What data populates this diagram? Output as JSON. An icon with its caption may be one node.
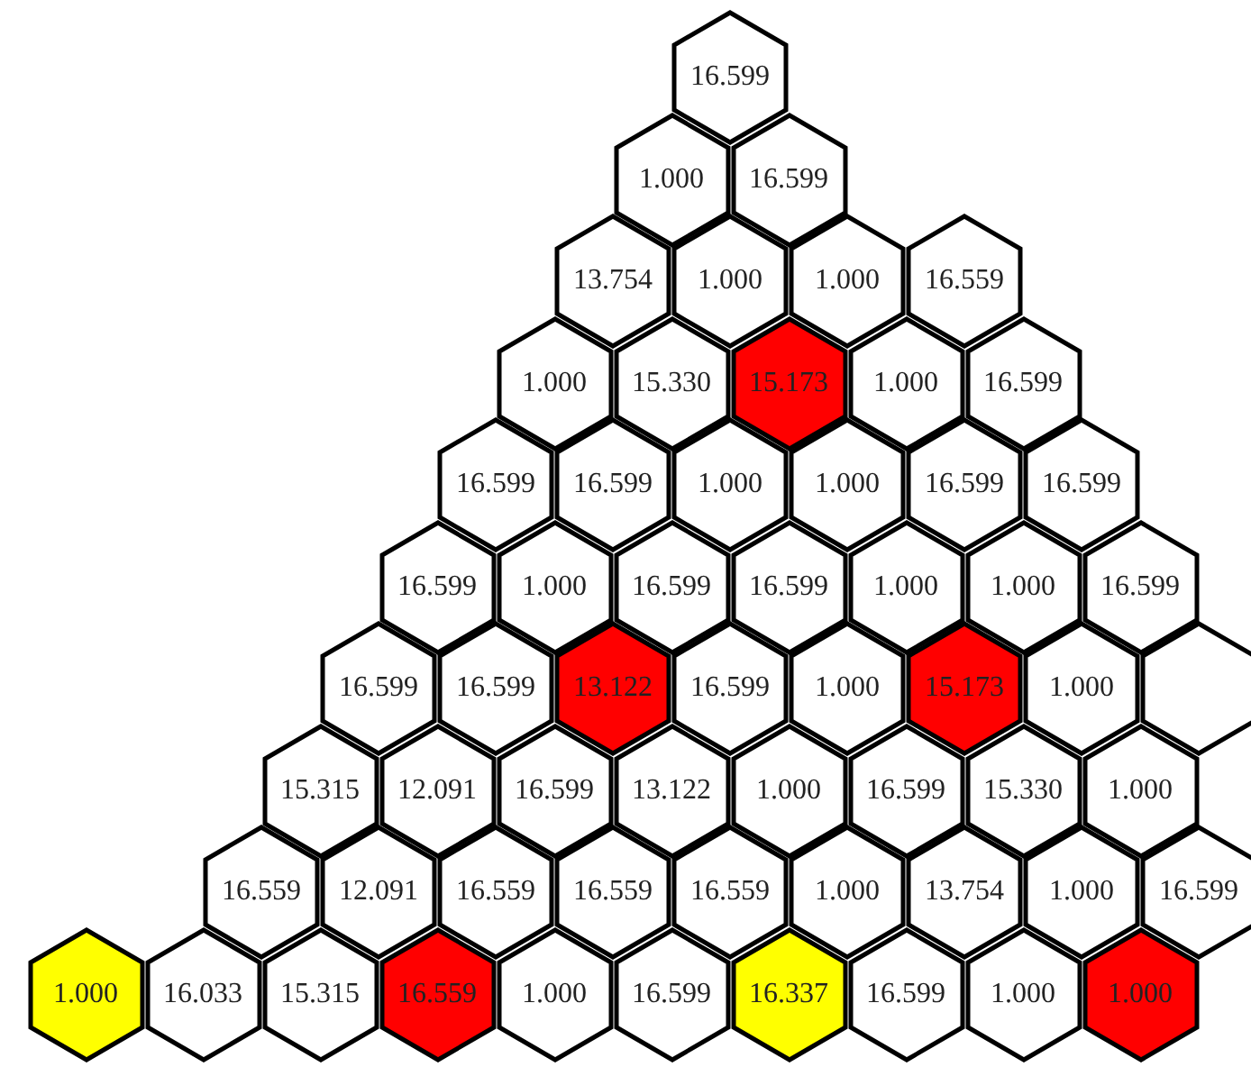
{
  "diagram": {
    "nodes": [
      {
        "text": [
          "16.599"
        ]
      },
      {
        "text": [
          "1.000"
        ]
      },
      {
        "text": [
          "16.599"
        ]
      },
      {
        "text": [
          "13.754"
        ]
      },
      {
        "text": [
          "1.000"
        ]
      },
      {
        "text": [
          "1.000"
        ]
      },
      {
        "text": [
          "16.559"
        ]
      },
      {
        "text": [
          "1.000"
        ]
      },
      {
        "text": [
          "15.330"
        ]
      },
      {
        "text": [
          "15.173"
        ]
      },
      {
        "text": [
          "1.000"
        ]
      },
      {
        "text": [
          "16.599"
        ]
      },
      {
        "text": [
          "16.599"
        ]
      },
      {
        "text": [
          "16.599"
        ]
      },
      {
        "text": [
          "1.000"
        ]
      },
      {
        "text": [
          "1.000"
        ]
      },
      {
        "text": [
          "16.599"
        ]
      },
      {
        "text": [
          "16.599"
        ]
      },
      {
        "text": [
          "16.599"
        ]
      },
      {
        "text": [
          "1.000"
        ]
      },
      {
        "text": [
          "16.599"
        ]
      },
      {
        "text": [
          "16.599"
        ]
      },
      {
        "text": [
          "1.000"
        ]
      },
      {
        "text": [
          "1.000"
        ]
      },
      {
        "text": [
          "16.599"
        ]
      },
      {
        "text": [
          "16.599"
        ]
      },
      {
        "text": [
          "16.599"
        ]
      },
      {
        "text": [
          "13.122"
        ]
      },
      {
        "text": [
          "16.599"
        ]
      },
      {
        "text": [
          "1.000"
        ]
      },
      {
        "text": [
          "15.173"
        ]
      },
      {
        "text": [
          "1.000"
        ]
      },
      {
        "text": [],
        "shape": "hexagon"
      },
      {
        "text": [
          "15.315"
        ]
      },
      {
        "text": [
          "12.091"
        ]
      },
      {
        "text": [
          "16.599"
        ]
      },
      {
        "text": [
          "13.122"
        ]
      },
      {
        "text": [
          "1.000"
        ]
      },
      {
        "text": [
          "16.599"
        ]
      },
      {
        "text": [
          "15.330"
        ]
      },
      {
        "text": [
          "1.000"
        ]
      },
      {
        "text": [
          "16.559"
        ]
      },
      {
        "text": [
          "12.091"
        ]
      },
      {
        "text": [
          "16.559"
        ]
      },
      {
        "text": [
          "16.559"
        ]
      },
      {
        "text": [
          "16.559"
        ]
      },
      {
        "text": [
          "1.000"
        ]
      },
      {
        "text": [
          "13.754"
        ]
      },
      {
        "text": [
          "1.000"
        ]
      },
      {
        "text": [
          "16.599"
        ]
      },
      {
        "text": [
          "1.000"
        ]
      },
      {
        "text": [
          "16.033"
        ]
      },
      {
        "text": [
          "15.315"
        ]
      },
      {
        "text": [
          "16.559"
        ]
      },
      {
        "text": [
          "1.000"
        ]
      },
      {
        "text": [
          "16.599"
        ]
      },
      {
        "text": [
          "16.337"
        ]
      },
      {
        "text": [
          "16.599"
        ]
      },
      {
        "text": [
          "1.000"
        ]
      },
      {
        "text": [
          "1.000"
        ]
      }
    ]
  }
}
